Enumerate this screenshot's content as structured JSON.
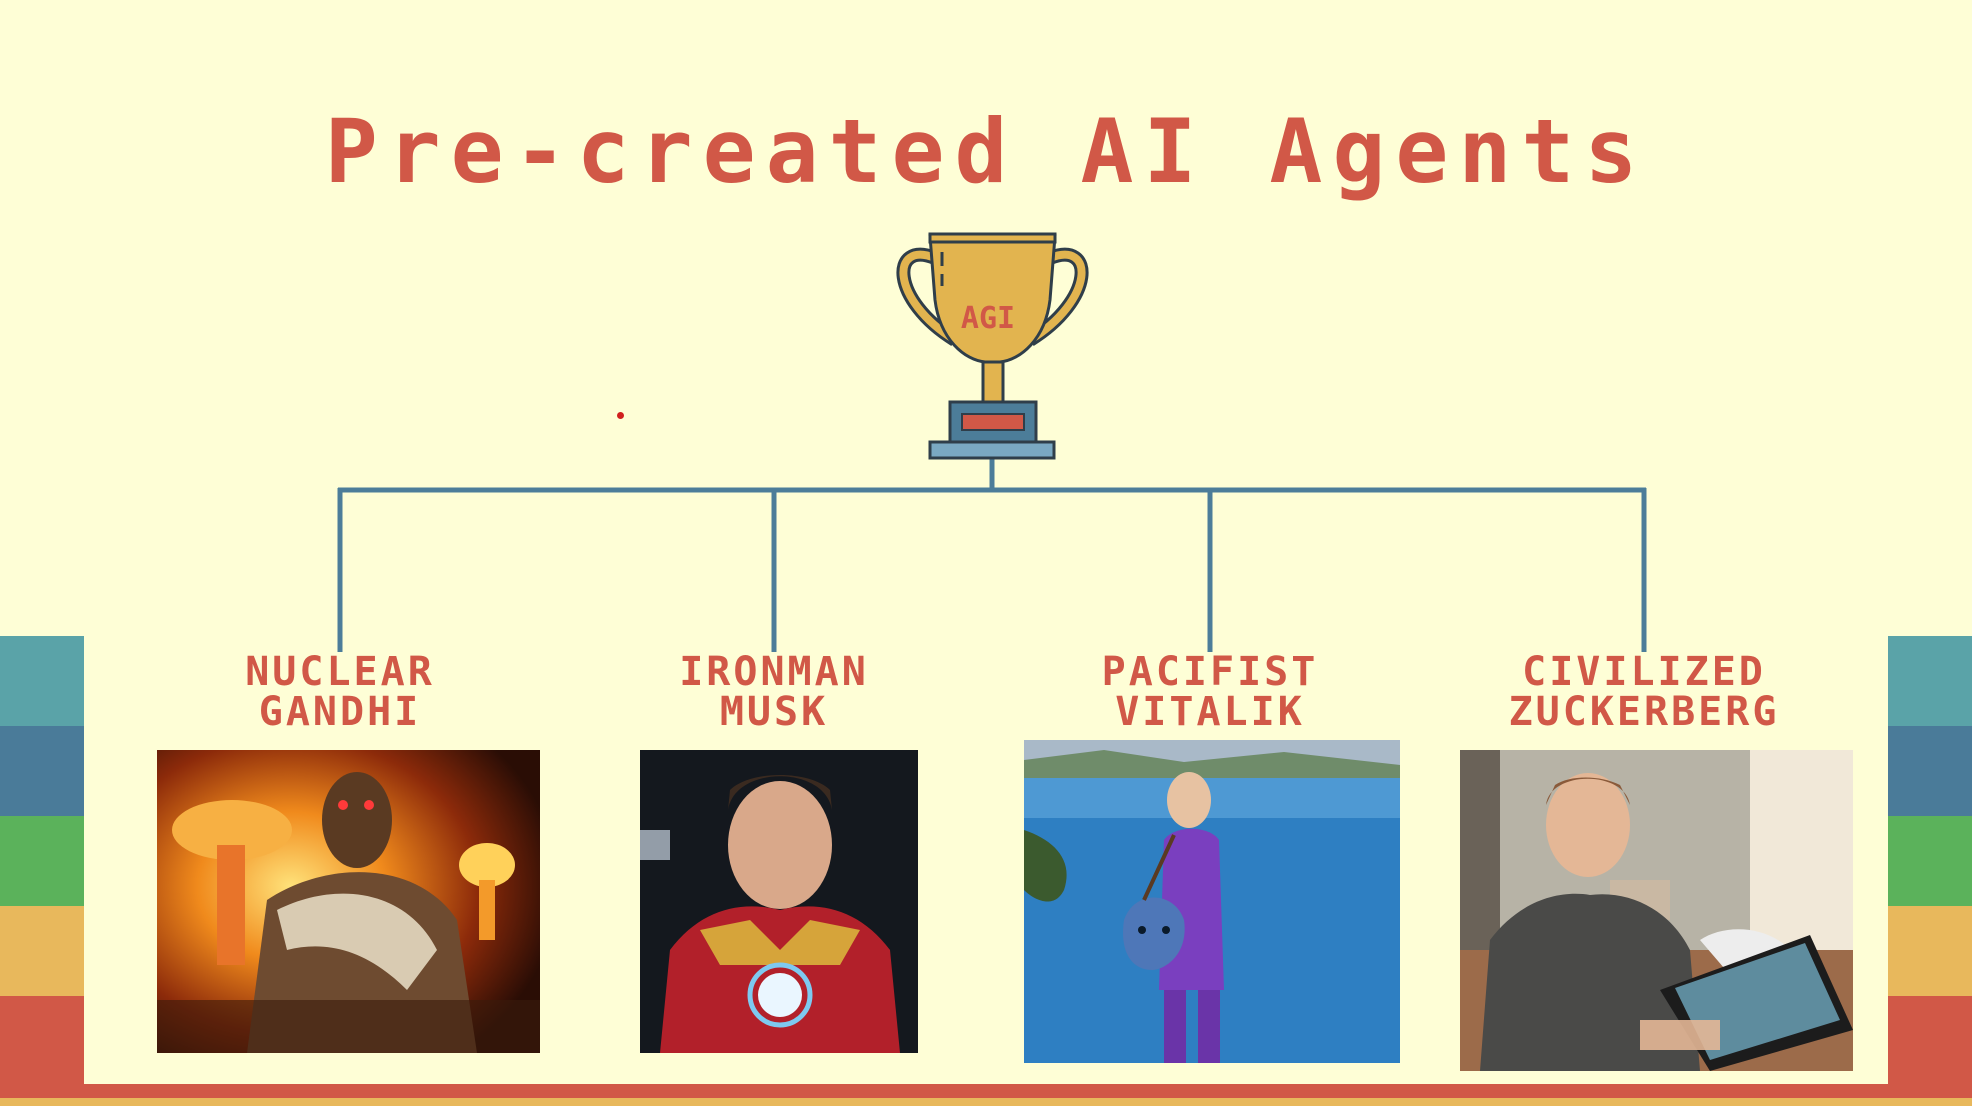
{
  "title": "Pre-created AI Agents",
  "trophy": {
    "label": "AGI",
    "icon": "trophy-icon"
  },
  "agents": [
    {
      "line1": "NUCLEAR",
      "line2": "GANDHI",
      "photo_subject": "gandhi-nuclear-explosion"
    },
    {
      "line1": "IRONMAN",
      "line2": "MUSK",
      "photo_subject": "musk-ironman-suit"
    },
    {
      "line1": "PACIFIST",
      "line2": "VITALIK",
      "photo_subject": "vitalik-by-ocean"
    },
    {
      "line1": "CIVILIZED",
      "line2": "ZUCKERBERG",
      "photo_subject": "zuckerberg-with-laptop"
    }
  ],
  "colors": {
    "background": "#FEFED6",
    "title": "#D15847",
    "connector": "#4C7D99",
    "trophy_gold": "#E2B44F",
    "trophy_outline": "#2F3E4A",
    "trophy_base": "#4C7D99",
    "trophy_plate": "#D15847",
    "stripe_teal": "#5AA3A8",
    "stripe_blue": "#4A7B99",
    "stripe_green": "#5BB25B",
    "stripe_yellow": "#E8B85C",
    "stripe_red": "#D15847"
  }
}
